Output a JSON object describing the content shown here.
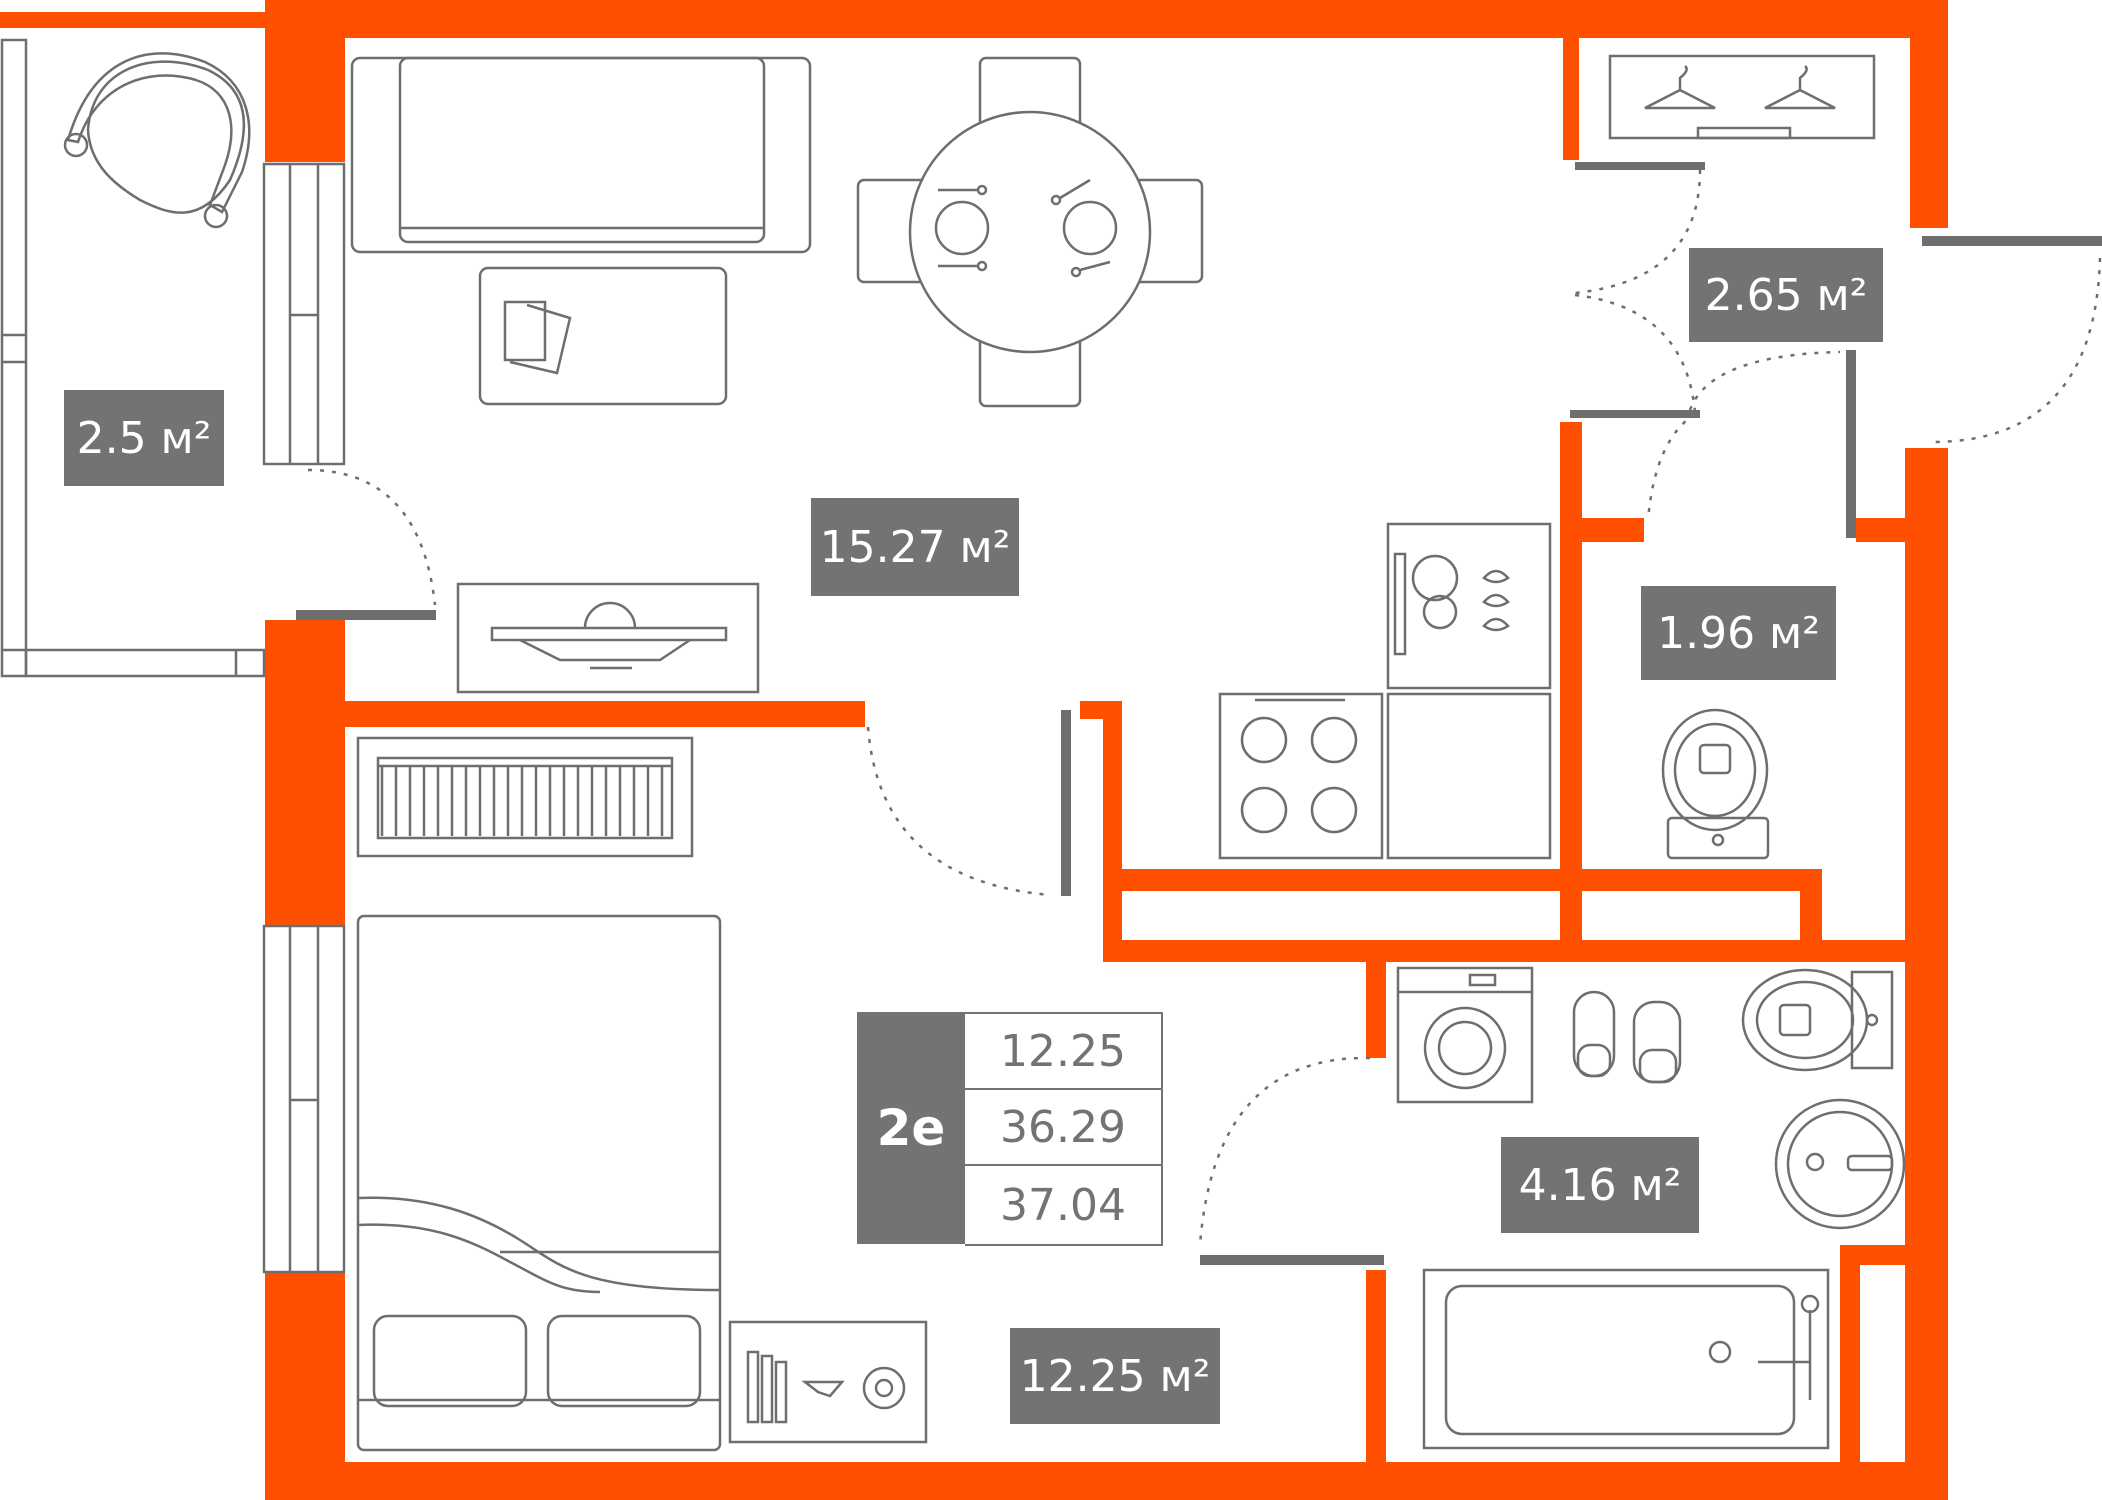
{
  "plan": {
    "wall_color": "#FF5000",
    "furniture_color": "#6E6E6E",
    "label_bg": "#737373",
    "rooms": [
      {
        "id": "balcony",
        "area": "2.5 м²"
      },
      {
        "id": "living-kitchen",
        "area": "15.27 м²"
      },
      {
        "id": "hall",
        "area": "2.65 м²"
      },
      {
        "id": "wc",
        "area": "1.96 м²"
      },
      {
        "id": "bathroom",
        "area": "4.16 м²"
      },
      {
        "id": "bedroom",
        "area": "12.25 м²"
      }
    ],
    "summary": {
      "type": "2е",
      "values": [
        "12.25",
        "36.29",
        "37.04"
      ]
    }
  }
}
